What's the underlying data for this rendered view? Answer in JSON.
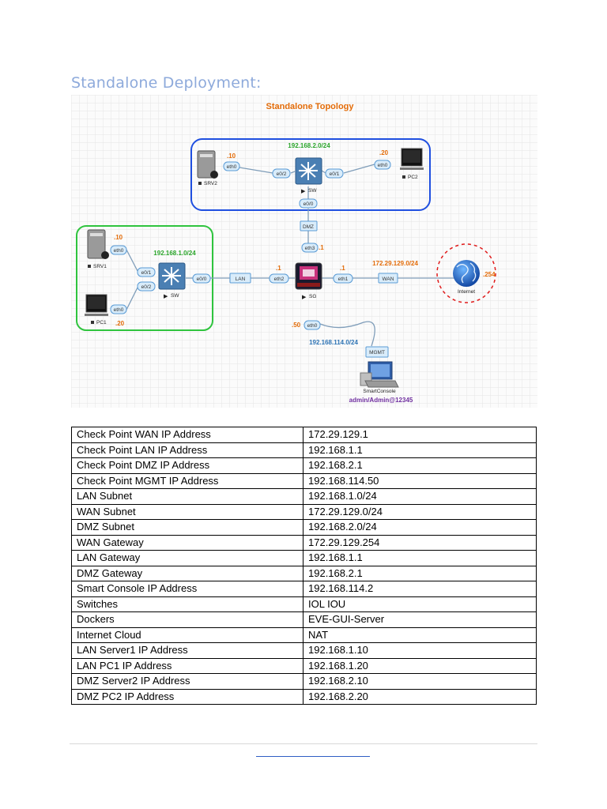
{
  "heading": "Standalone Deployment:",
  "diagram": {
    "title": "Standalone Topology",
    "dmz_subnet": "192.168.2.0/24",
    "lan_subnet": "192.168.1.0/24",
    "wan_subnet": "172.29.129.0/24",
    "mgmt_subnet": "192.168.114.0/24",
    "srv2": {
      "label": "SRV2",
      "octet": ".10",
      "port": "eth0"
    },
    "pc2": {
      "label": "PC2",
      "octet": ".20",
      "port": "eth0"
    },
    "dmz_switch": {
      "label": "SW",
      "ports": [
        "e0/2",
        "e0/1",
        "e0/0"
      ]
    },
    "srv1": {
      "label": "SRV1",
      "octet": ".10",
      "port": "eth0"
    },
    "pc1": {
      "label": "PC1",
      "octet": ".20",
      "port": "eth0"
    },
    "lan_switch": {
      "label": "SW",
      "ports": [
        "e0/1",
        "e0/2",
        "e0/0"
      ]
    },
    "gateway": {
      "label": "SG",
      "ports": {
        "dmz": "eth3",
        "lan": "eth2",
        "wan": "eth1",
        "mgmt": "eth0"
      },
      "octets": {
        "dmz": ".1",
        "lan": ".1",
        "wan": ".1",
        "mgmt": ".50"
      }
    },
    "links": {
      "dmz": "DMZ",
      "lan": "LAN",
      "wan": "WAN",
      "mgmt": "MGMT"
    },
    "internet": {
      "label": "Internet",
      "octet": ".254"
    },
    "console": {
      "label": "SmartConsole",
      "credentials": "admin/Admin@12345"
    },
    "colors": {
      "dmz_zone": "#1f4fe0",
      "lan_zone": "#2fc43e",
      "internet_zone": "#e01b1b",
      "subnet_green": "#2aa52a",
      "octet_orange": "#e36c09",
      "mgmt_blue": "#2e74b5",
      "title_orange": "#e36c09"
    }
  },
  "table": {
    "rows": [
      [
        "Check Point WAN IP Address",
        "172.29.129.1"
      ],
      [
        "Check Point LAN IP Address",
        "192.168.1.1"
      ],
      [
        "Check Point DMZ IP Address",
        "192.168.2.1"
      ],
      [
        "Check Point MGMT IP Address",
        "192.168.114.50"
      ],
      [
        "LAN Subnet",
        "192.168.1.0/24"
      ],
      [
        "WAN Subnet",
        "172.29.129.0/24"
      ],
      [
        "DMZ Subnet",
        "192.168.2.0/24"
      ],
      [
        "WAN Gateway",
        "172.29.129.254"
      ],
      [
        "LAN Gateway",
        "192.168.1.1"
      ],
      [
        "DMZ Gateway",
        "192.168.2.1"
      ],
      [
        "Smart Console IP Address",
        "192.168.114.2"
      ],
      [
        "Switches",
        "IOL IOU"
      ],
      [
        "Dockers",
        "EVE-GUI-Server"
      ],
      [
        "Internet Cloud",
        "NAT"
      ],
      [
        "LAN Server1 IP Address",
        "192.168.1.10"
      ],
      [
        "LAN PC1 IP Address",
        "192.168.1.20"
      ],
      [
        "DMZ Server2 IP Address",
        "192.168.2.10"
      ],
      [
        "DMZ PC2 IP Address",
        "192.168.2.20"
      ]
    ]
  }
}
